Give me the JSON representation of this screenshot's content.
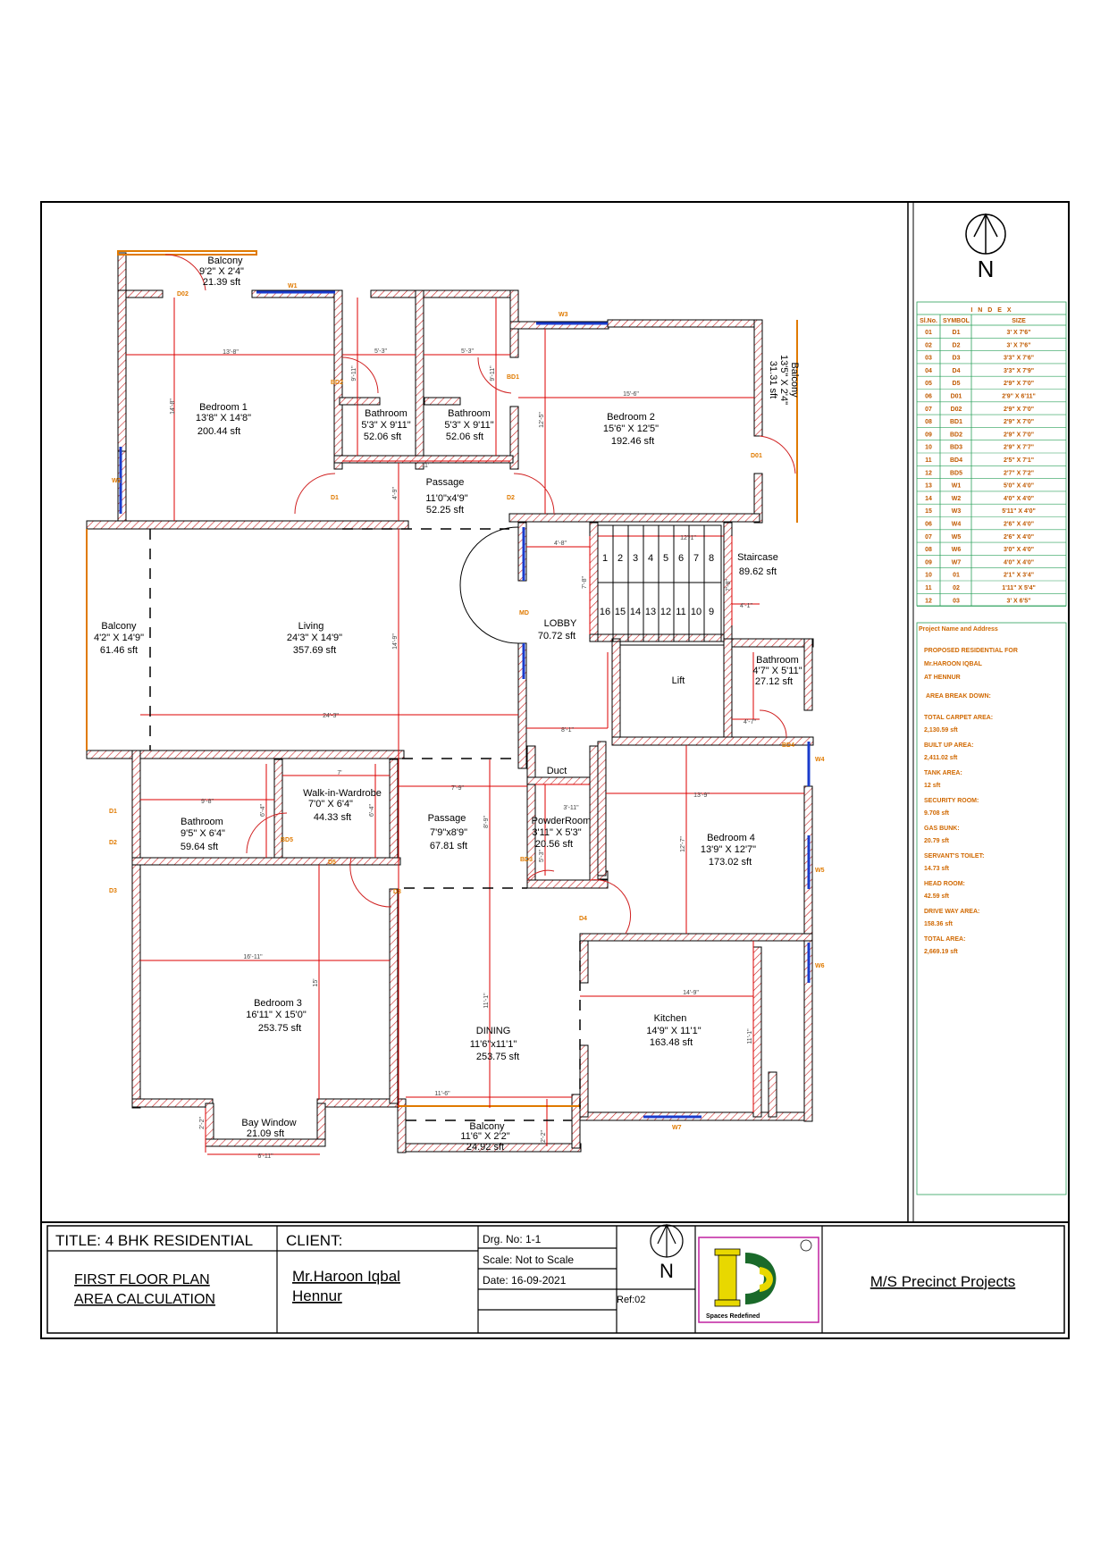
{
  "rooms": [
    {
      "id": "balcony-top",
      "name": "Balcony",
      "size": "9'2\" X 2'4\"",
      "area": "21.39 sft"
    },
    {
      "id": "bedroom1",
      "name": "Bedroom 1",
      "size": "13'8\" X 14'8\"",
      "area": "200.44 sft"
    },
    {
      "id": "bathroom-a",
      "name": "Bathroom",
      "size": "5'3\" X 9'11\"",
      "area": "52.06 sft"
    },
    {
      "id": "bathroom-b",
      "name": "Bathroom",
      "size": "5'3\" X 9'11\"",
      "area": "52.06 sft"
    },
    {
      "id": "bedroom2",
      "name": "Bedroom 2",
      "size": "15'6\" X 12'5\"",
      "area": "192.46 sft"
    },
    {
      "id": "balcony-right",
      "name": "Balcony",
      "size": "13'5\" X 2'4\"",
      "area": "31.31 sft"
    },
    {
      "id": "passage-top",
      "name": "Passage",
      "size": "11'0\"x4'9\"",
      "area": "52.25 sft"
    },
    {
      "id": "staircase",
      "name": "Staircase",
      "size": "",
      "area": "89.62 sft"
    },
    {
      "id": "balcony-left",
      "name": "Balcony",
      "size": "4'2\" X 14'9\"",
      "area": "61.46 sft"
    },
    {
      "id": "living",
      "name": "Living",
      "size": "24'3\" X 14'9\"",
      "area": "357.69 sft"
    },
    {
      "id": "lobby",
      "name": "LOBBY",
      "size": "",
      "area": "70.72 sft"
    },
    {
      "id": "lift",
      "name": "Lift",
      "size": "",
      "area": ""
    },
    {
      "id": "bathroom-c",
      "name": "Bathroom",
      "size": "4'7\" X 5'11\"",
      "area": "27.12 sft"
    },
    {
      "id": "bathroom-d",
      "name": "Bathroom",
      "size": "9'5\" X 6'4\"",
      "area": "59.64 sft"
    },
    {
      "id": "walkin",
      "name": "Walk-in-Wardrobe",
      "size": "7'0\" X 6'4\"",
      "area": "44.33 sft"
    },
    {
      "id": "passage-mid",
      "name": "Passage",
      "size": "7'9\"x8'9\"",
      "area": "67.81 sft"
    },
    {
      "id": "duct",
      "name": "Duct",
      "size": "",
      "area": ""
    },
    {
      "id": "powder",
      "name": "PowderRoom",
      "size": "3'11\" X 5'3\"",
      "area": "20.56 sft"
    },
    {
      "id": "bedroom4",
      "name": "Bedroom 4",
      "size": "13'9\" X 12'7\"",
      "area": "173.02 sft"
    },
    {
      "id": "bedroom3",
      "name": "Bedroom 3",
      "size": "16'11\" X 15'0\"",
      "area": "253.75 sft"
    },
    {
      "id": "dining",
      "name": "DINING",
      "size": "11'6\"x11'1\"",
      "area": "253.75 sft"
    },
    {
      "id": "kitchen",
      "name": "Kitchen",
      "size": "14'9\" X 11'1\"",
      "area": "163.48 sft"
    },
    {
      "id": "baywindow",
      "name": "Bay Window",
      "size": "",
      "area": "21.09 sft"
    },
    {
      "id": "balcony-bottom",
      "name": "Balcony",
      "size": "11'6\" X 2'2\"",
      "area": "24.92 sft"
    }
  ],
  "dimensions": [
    "13'-8\"",
    "14'-8\"",
    "5'-3\"",
    "5'-3\"",
    "9'-11\"",
    "9'-11\"",
    "15'-6\"",
    "12'-5\"",
    "11'",
    "4'-9\"",
    "4'-8\"",
    "7'-8\"",
    "12'-1\"",
    "7'-8\"",
    "4'-1\"",
    "24'-3\"",
    "14'-9\"",
    "8'-1\"",
    "4'-7\"",
    "9'-8\"",
    "6'-4\"",
    "7'",
    "6'-4\"",
    "7'-9\"",
    "8'-9\"",
    "3'-11\"",
    "5'-3\"",
    "13'-9\"",
    "12'-7\"",
    "16'-11\"",
    "15'",
    "11'-1\"",
    "11'-6\"",
    "14'-9\"",
    "11'-1\"",
    "6'-11\"",
    "2'-2\"",
    "2'-2\""
  ],
  "stair_steps": [
    "1",
    "2",
    "3",
    "4",
    "5",
    "6",
    "7",
    "8",
    "16",
    "15",
    "14",
    "13",
    "12",
    "11",
    "10",
    "9"
  ],
  "symbols": [
    "D02",
    "W1",
    "W3",
    "BD2",
    "BD1",
    "W2",
    "D1",
    "D2",
    "D01",
    "MD",
    "BD4",
    "W4",
    "D1",
    "D2",
    "D3",
    "BD5",
    "D5",
    "D3",
    "BD3",
    "D4",
    "W5",
    "W6",
    "W7"
  ],
  "north": "N",
  "index": {
    "title": "I N D E X",
    "headers": [
      "Sl.No.",
      "SYMBOL",
      "SIZE"
    ],
    "rows": [
      [
        "01",
        "D1",
        "3' X 7'6\""
      ],
      [
        "02",
        "D2",
        "3' X 7'6\""
      ],
      [
        "03",
        "D3",
        "3'3\" X 7'6\""
      ],
      [
        "04",
        "D4",
        "3'3\" X 7'9\""
      ],
      [
        "05",
        "D5",
        "2'9\" X 7'0\""
      ],
      [
        "06",
        "D01",
        "2'9\" X 6'11\""
      ],
      [
        "07",
        "D02",
        "2'9\" X 7'0\""
      ],
      [
        "08",
        "BD1",
        "2'9\" X 7'0\""
      ],
      [
        "09",
        "BD2",
        "2'9\" X 7'0\""
      ],
      [
        "10",
        "BD3",
        "2'9\" X 7'7\""
      ],
      [
        "11",
        "BD4",
        "2'5\" X 7'1\""
      ],
      [
        "12",
        "BD5",
        "2'7\" X 7'2\""
      ],
      [
        "13",
        "W1",
        "5'0\" X 4'0\""
      ],
      [
        "14",
        "W2",
        "4'0\" X 4'0\""
      ],
      [
        "15",
        "W3",
        "5'11\" X 4'0\""
      ],
      [
        "06",
        "W4",
        "2'6\" X 4'0\""
      ],
      [
        "07",
        "W5",
        "2'6\" X 4'0\""
      ],
      [
        "08",
        "W6",
        "3'0\" X 4'0\""
      ],
      [
        "09",
        "W7",
        "4'0\" X 4'0\""
      ],
      [
        "10",
        "01",
        "2'1\" X 3'4\""
      ],
      [
        "11",
        "02",
        "1'11\" X 5'4\""
      ],
      [
        "12",
        "03",
        "3' X 6'5\""
      ]
    ]
  },
  "project": {
    "heading": "Project Name and Address",
    "line1": "PROPOSED RESIDENTIAL FOR",
    "line2": "Mr.HAROON IQBAL",
    "line3": "AT HENNUR",
    "area_heading": "AREA BREAK DOWN:",
    "areas": [
      {
        "label": "TOTAL CARPET AREA:",
        "value": "2,130.59 sft"
      },
      {
        "label": "BUILT UP AREA:",
        "value": "2,411.02 sft"
      },
      {
        "label": "TANK AREA:",
        "value": "12 sft"
      },
      {
        "label": "SECURITY ROOM:",
        "value": "9.708 sft"
      },
      {
        "label": "GAS BUNK:",
        "value": "20.79 sft"
      },
      {
        "label": "SERVANT'S TOILET:",
        "value": "14.73 sft"
      },
      {
        "label": "HEAD ROOM:",
        "value": "42.59 sft"
      },
      {
        "label": "DRIVE WAY AREA:",
        "value": "158.36 sft"
      },
      {
        "label": "TOTAL AREA:",
        "value": "2,669.19 sft"
      }
    ]
  },
  "titleblock": {
    "title": "TITLE: 4 BHK RESIDENTIAL",
    "drawing1": "FIRST FLOOR PLAN",
    "drawing2": "AREA CALCULATION",
    "client_label": "CLIENT:",
    "client1": "Mr.Haroon Iqbal",
    "client2": "Hennur",
    "drg_no": "Drg. No: 1-1",
    "scale": "Scale: Not to Scale",
    "date": "Date: 16-09-2021",
    "ref": "Ref:02",
    "logo_text": "Spaces Redefined",
    "firm": "M/S Precinct Projects"
  },
  "colors": {
    "wall": "#cc2222",
    "line": "#dd0000",
    "window": "#1a3ccc",
    "orange": "#e07a00",
    "index_grid": "#2aa05a",
    "logo_yellow": "#e8d800",
    "logo_border": "#c020a0"
  }
}
